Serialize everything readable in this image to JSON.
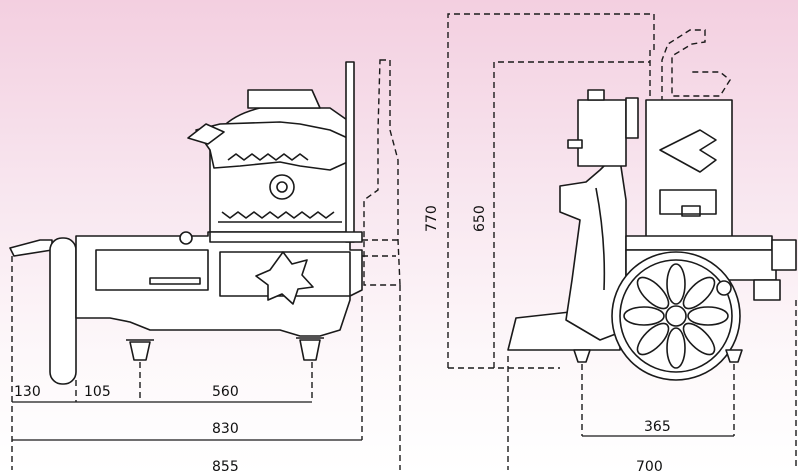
{
  "side_view": {
    "dimensions": {
      "d130": "130",
      "d105": "105",
      "d560": "560",
      "d830": "830",
      "d855": "855"
    }
  },
  "front_view": {
    "dimensions": {
      "h770": "770",
      "h650": "650",
      "d365": "365",
      "d700": "700"
    }
  },
  "colors": {
    "background_top": "#f3cfe0",
    "background_bottom": "#ffffff",
    "line": "#1a1a1a"
  }
}
